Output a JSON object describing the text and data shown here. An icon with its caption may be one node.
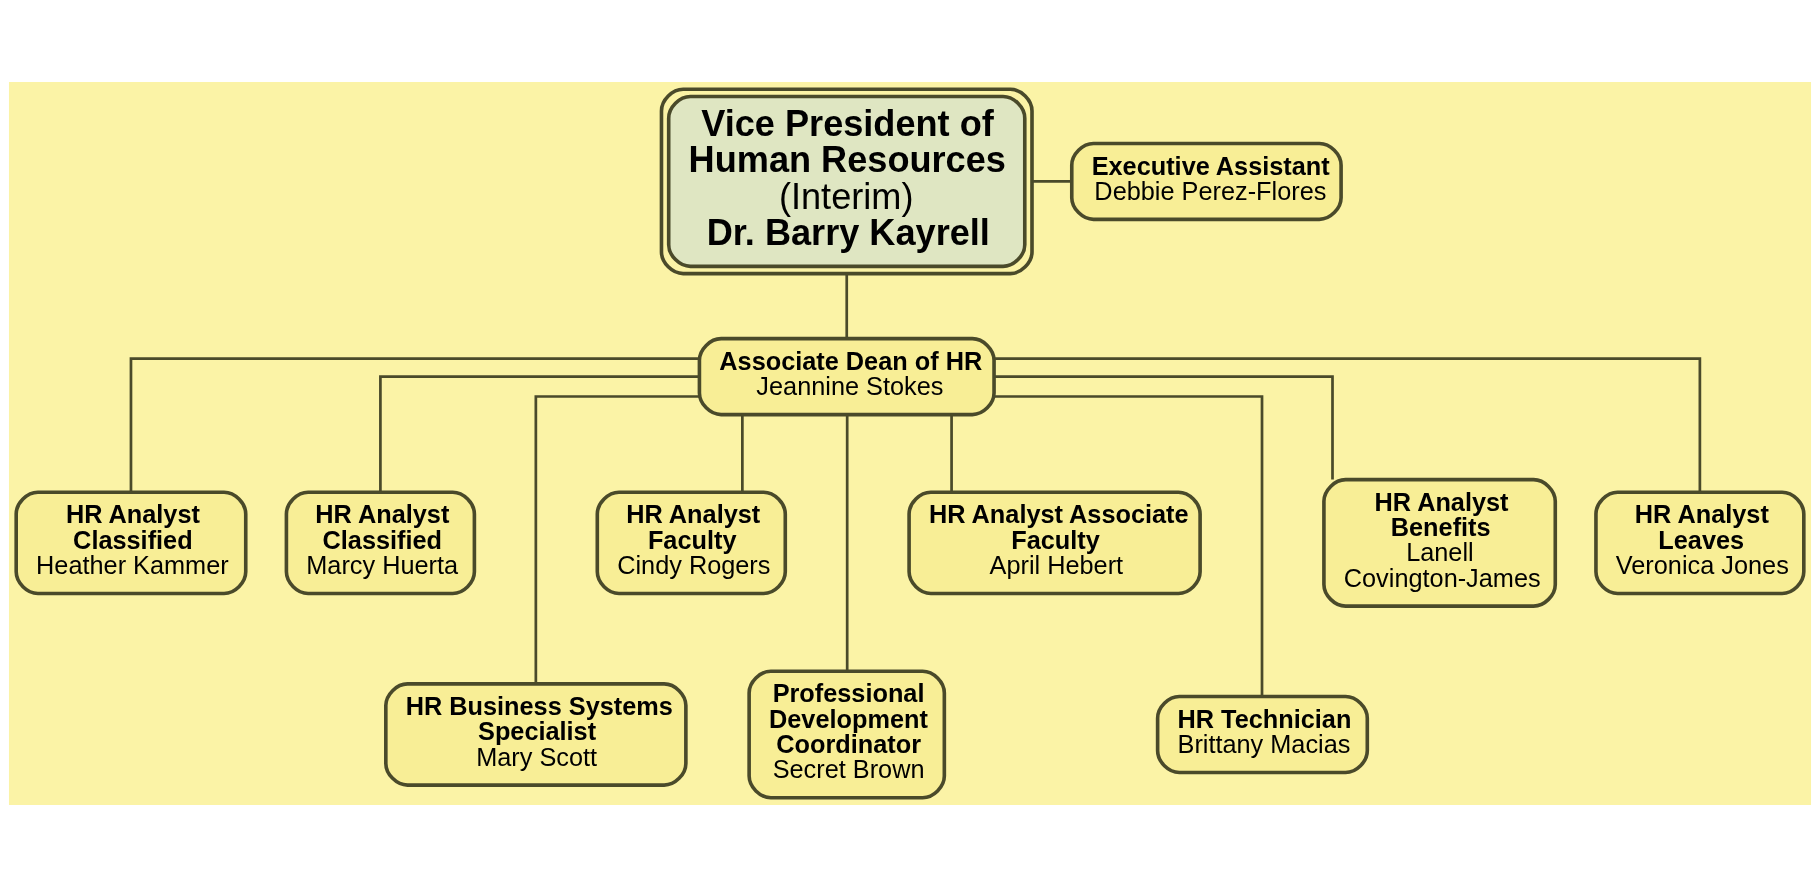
{
  "diagram": {
    "nodes": [
      {
        "text": [
          "Vice President of Human Resources",
          "(Interim)",
          "Dr. Barry Kayrell"
        ]
      },
      {
        "text": [
          "Executive Assistant",
          "Debbie Perez-Flores"
        ]
      },
      {
        "text": [
          "Associate Dean of HR",
          "Jeannine Stokes"
        ]
      },
      {
        "text": [
          "HR Analyst Classified",
          "Heather Kammer"
        ]
      },
      {
        "text": [
          "HR Analyst Classified",
          "Marcy Huerta"
        ]
      },
      {
        "text": [
          "HR Business Systems Specialist",
          "Mary Scott"
        ]
      },
      {
        "text": [
          "HR Analyst Faculty",
          "Cindy Rogers"
        ]
      },
      {
        "text": [
          "Professional Development Coordinator",
          "Secret Brown"
        ]
      },
      {
        "text": [
          "HR Analyst Associate Faculty",
          "April Hebert"
        ]
      },
      {
        "text": [
          "HR Technician",
          "Brittany Macias"
        ]
      },
      {
        "text": [
          "HR Analyst Benefits",
          "Lanell Covington-James"
        ]
      },
      {
        "text": [
          "HR Analyst Leaves",
          "Veronica Jones"
        ]
      }
    ],
    "edges": [
      {
        "from": 0,
        "to": 1,
        "arrow": "none"
      },
      {
        "from": 0,
        "to": 2,
        "arrow": "none"
      },
      {
        "from": 2,
        "to": 3,
        "arrow": "none"
      },
      {
        "from": 2,
        "to": 4,
        "arrow": "none"
      },
      {
        "from": 2,
        "to": 5,
        "arrow": "none"
      },
      {
        "from": 2,
        "to": 6,
        "arrow": "none"
      },
      {
        "from": 2,
        "to": 7,
        "arrow": "none"
      },
      {
        "from": 2,
        "to": 8,
        "arrow": "none"
      },
      {
        "from": 2,
        "to": 9,
        "arrow": "none"
      },
      {
        "from": 2,
        "to": 10,
        "arrow": "none"
      },
      {
        "from": 2,
        "to": 11,
        "arrow": "none"
      }
    ]
  }
}
